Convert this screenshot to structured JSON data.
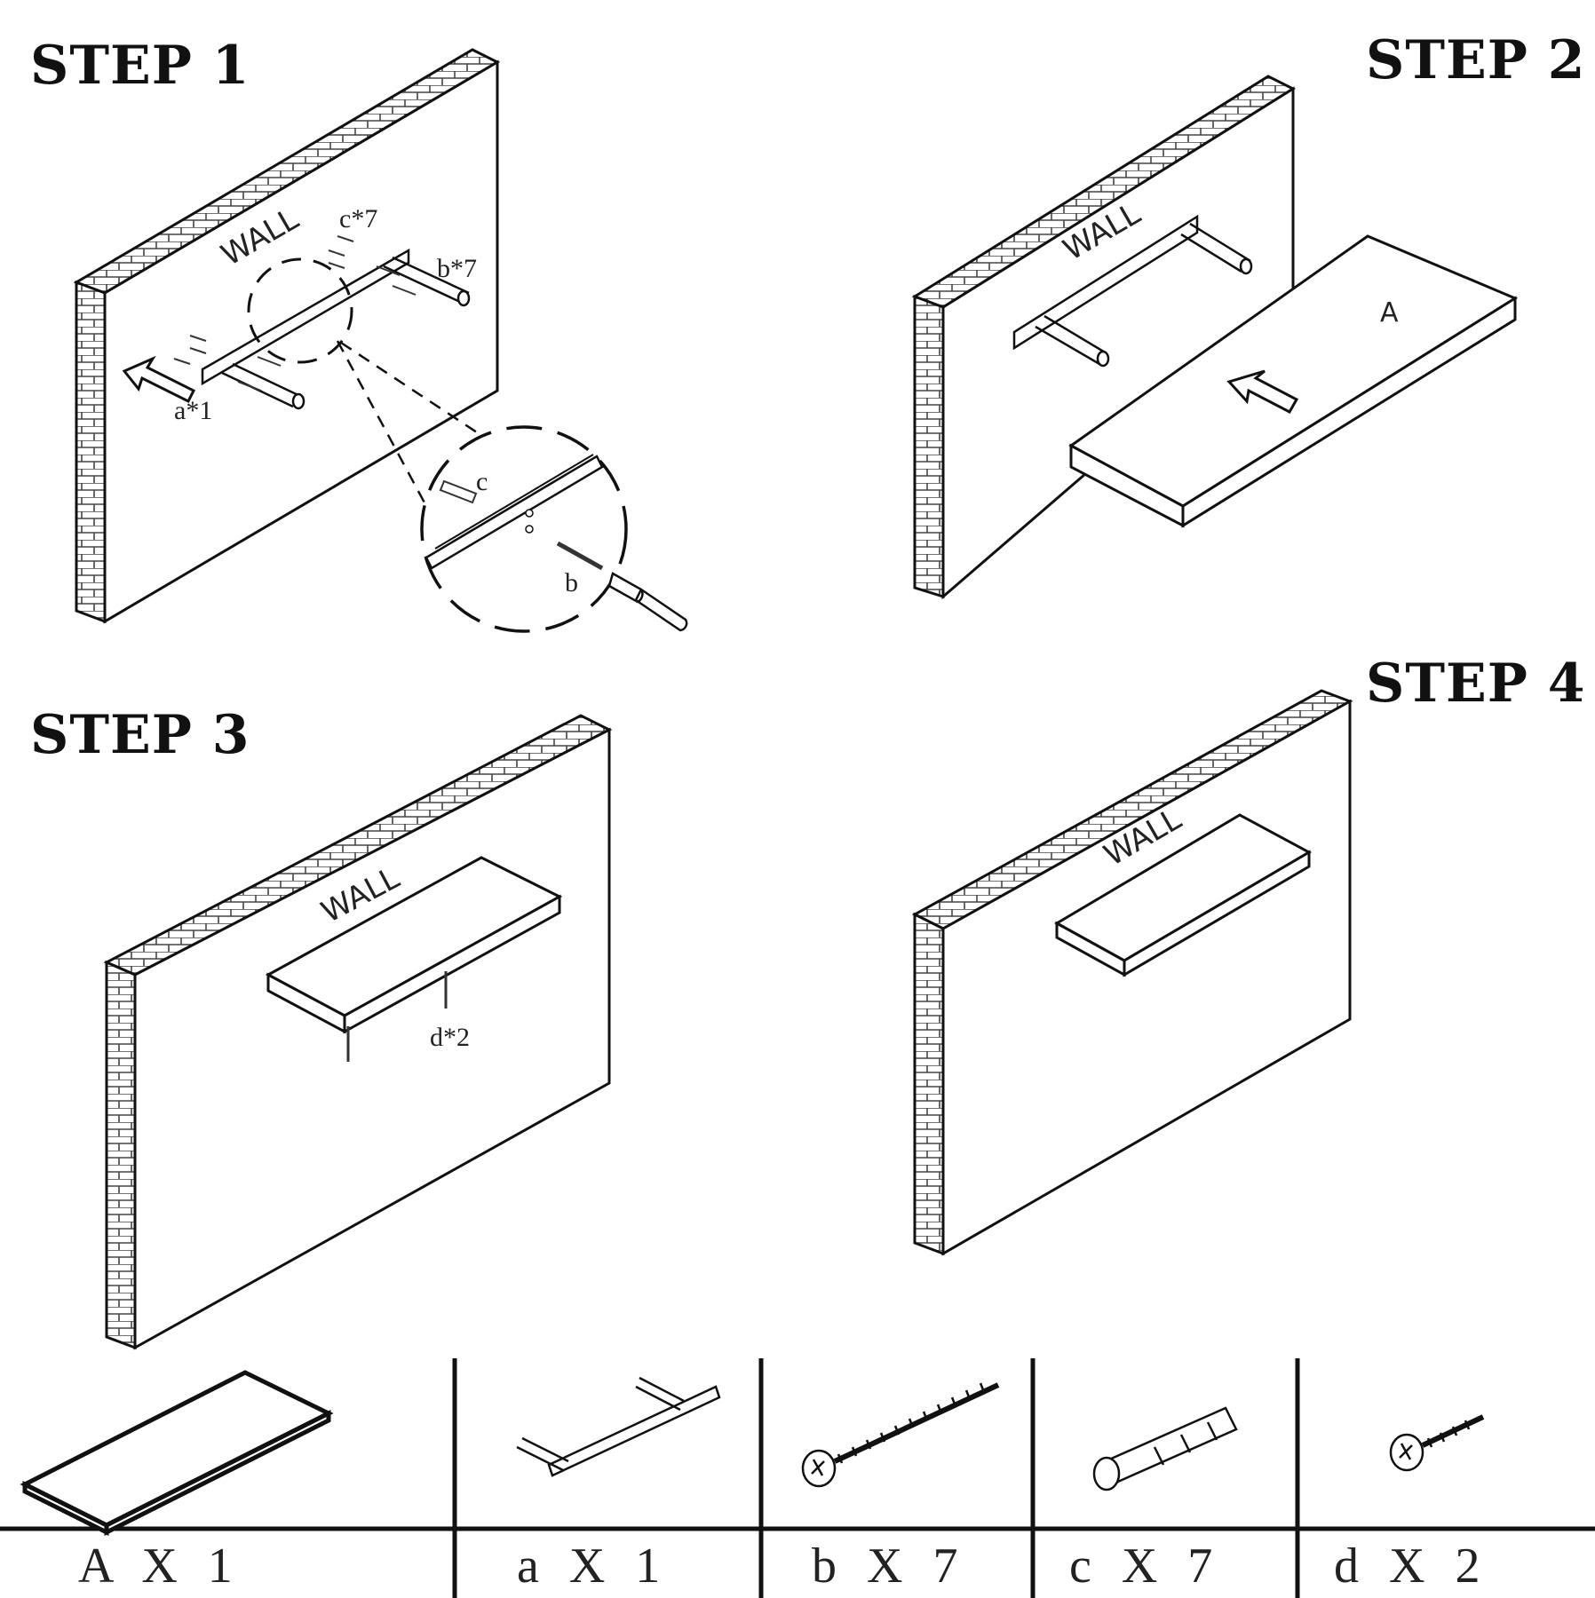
{
  "steps": [
    {
      "title": "STEP 1"
    },
    {
      "title": "STEP 2"
    },
    {
      "title": "STEP 3"
    },
    {
      "title": "STEP 4"
    }
  ],
  "wall_label": "WALL",
  "step1": {
    "label_a": "a*1",
    "label_b": "b*7",
    "label_c": "c*7",
    "detail_c": "c",
    "detail_b": "b"
  },
  "step2": {
    "shelf_label": "A"
  },
  "step3": {
    "screw_label": "d*2"
  },
  "parts": [
    {
      "name": "board",
      "label": "A X 1"
    },
    {
      "name": "bracket",
      "label": "a X 1"
    },
    {
      "name": "screw",
      "label": "b X 7"
    },
    {
      "name": "anchor",
      "label": "c X 7"
    },
    {
      "name": "short-screw",
      "label": "d X 2"
    }
  ]
}
